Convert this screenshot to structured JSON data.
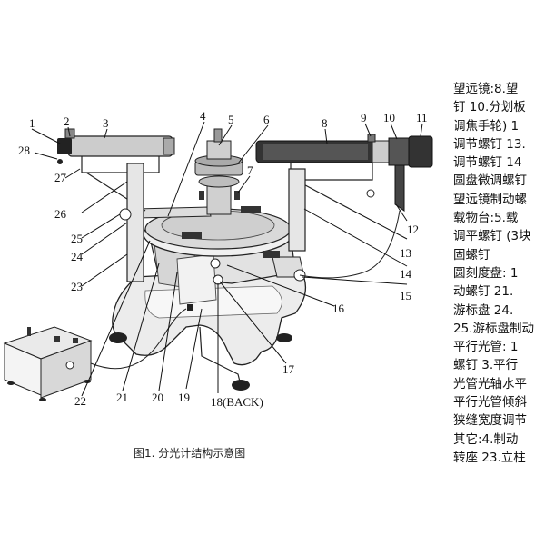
{
  "diagram": {
    "caption": "图1.  分光计结构示意图",
    "labels": [
      "1",
      "2",
      "3",
      "4",
      "5",
      "6",
      "7",
      "8",
      "9",
      "10",
      "11",
      "12",
      "13",
      "14",
      "15",
      "16",
      "17",
      "18(BACK)",
      "19",
      "20",
      "21",
      "22",
      "23",
      "24",
      "25",
      "26",
      "27",
      "28"
    ]
  },
  "legend": {
    "lines": [
      "望远镜:8.望",
      "钉  10.分划板",
      "调焦手轮) 1",
      "调节螺钉 13.",
      "调节螺钉  14",
      "圆盘微调螺钉",
      "望远镜制动螺",
      "载物台:5.载",
      "调平螺钉 (3块",
      "固螺钉",
      "圆刻度盘:  1",
      "动螺钉   21.",
      "游标盘   24.",
      "25.游标盘制动",
      "平行光管:  1",
      "螺钉   3.平行",
      "光管光轴水平",
      "平行光管倾斜",
      "狭缝宽度调节",
      "其它:4.制动",
      "转座  23.立柱"
    ]
  }
}
